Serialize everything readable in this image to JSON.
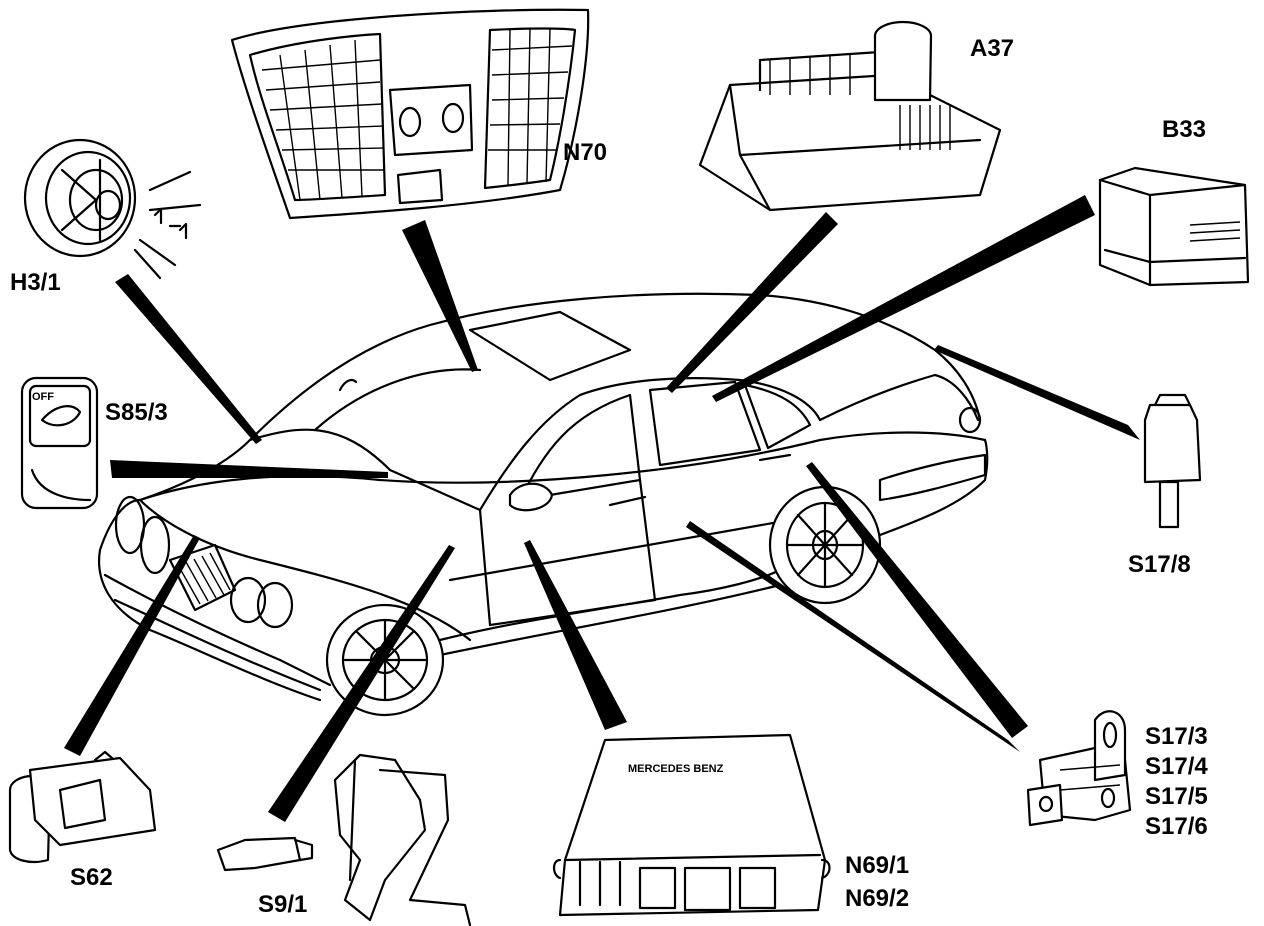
{
  "labels": {
    "h3_1": "H3/1",
    "n70": "N70",
    "a37": "A37",
    "b33": "B33",
    "s85_3": "S85/3",
    "s17_8": "S17/8",
    "s62": "S62",
    "s9_1": "S9/1",
    "n69_1": "N69/1",
    "n69_2": "N69/2",
    "s17_3": "S17/3",
    "s17_4": "S17/4",
    "s17_5": "S17/5",
    "s17_6": "S17/6"
  },
  "component_text": {
    "switch_off": "OFF",
    "module_brand": "MERCEDES BENZ"
  },
  "colors": {
    "ink": "#000000",
    "paper": "#ffffff"
  }
}
